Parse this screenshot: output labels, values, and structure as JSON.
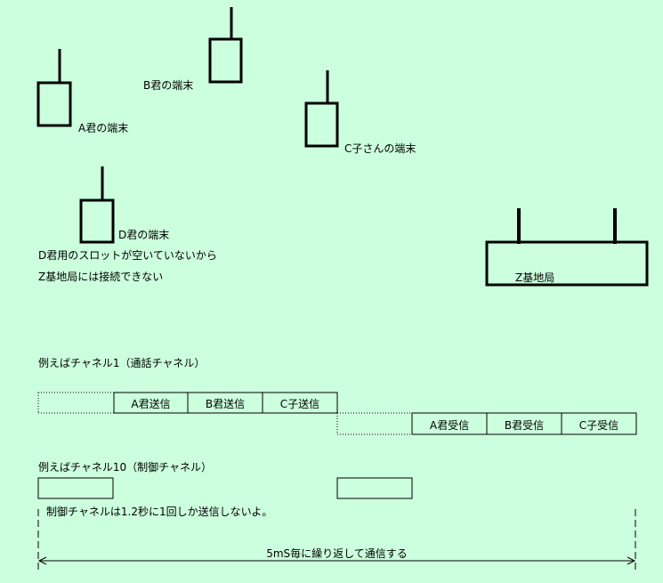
{
  "colors": {
    "background": "#ccffdd",
    "ink": "#000000"
  },
  "terminals": {
    "a": "A君の端末",
    "b": "B君の端末",
    "c": "C子さんの端末",
    "d": "D君の端末",
    "base": "Z基地局"
  },
  "notes": {
    "no_slot_line1": "D君用のスロットが空いていないから",
    "no_slot_line2": "Z基地局には接続できない"
  },
  "channel1": {
    "title": "例えばチャネル1（通話チャネル）",
    "send_slots": [
      "A君送信",
      "B君送信",
      "C子送信"
    ],
    "receive_slots": [
      "A君受信",
      "B君受信",
      "C子受信"
    ]
  },
  "channel10": {
    "title": "例えばチャネル10（制御チャネル）",
    "note": "制御チャネルは1.2秒に1回しか送信しないよ。"
  },
  "frame": {
    "label": "5mS毎に繰り返して通信する"
  }
}
